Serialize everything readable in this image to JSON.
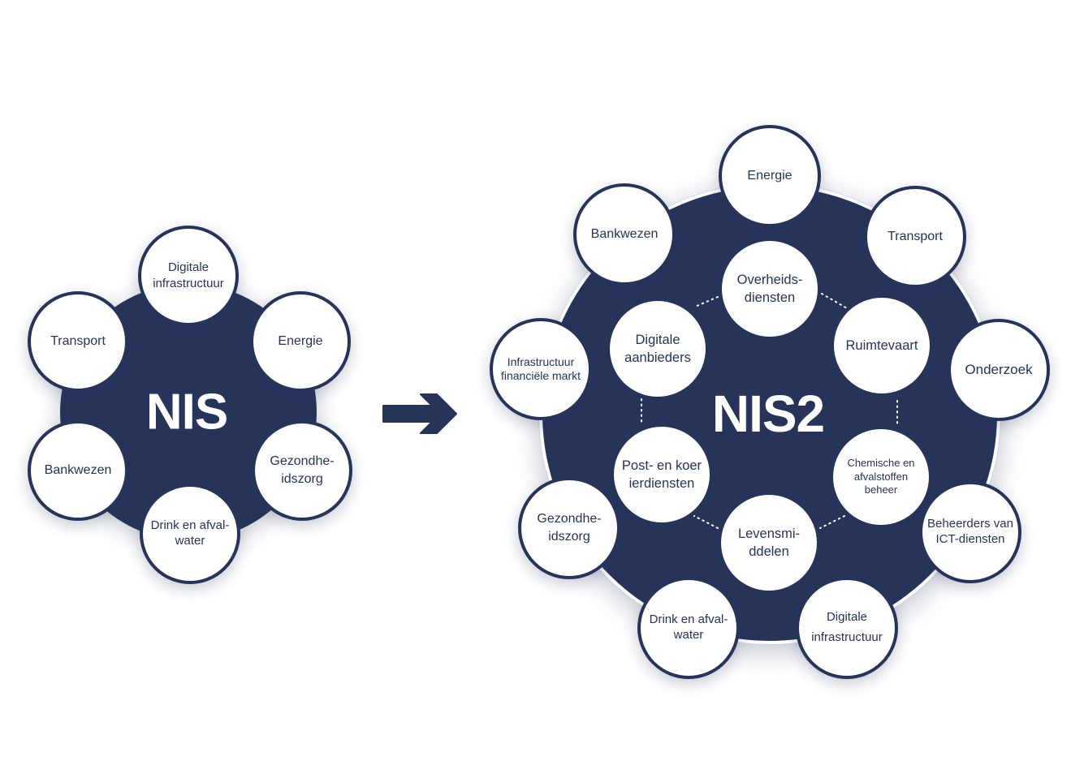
{
  "colors": {
    "navy": "#27345a",
    "white": "#ffffff"
  },
  "nis": {
    "title": "NIS",
    "sectors": [
      "Digitale\ninfrastructuur",
      "Energie",
      "Gezondhe-\nidszorg",
      "Drink en afval-\nwater",
      "Bankwezen",
      "Transport"
    ]
  },
  "arrow": {
    "icon": "arrow-right-icon"
  },
  "nis2": {
    "title": "NIS2",
    "outer_sectors": [
      "Energie",
      "Transport",
      "Onderzoek",
      "Beheerders van\nICT-diensten",
      "Digitale\ninfrastructuur",
      "Drink en afval-\nwater",
      "Gezondhe-\nidszorg",
      "Infrastructuur\nfinanciële markt",
      "Bankwezen"
    ],
    "inner_sectors": [
      "Overheids-\ndiensten",
      "Ruimtevaart",
      "Chemische en\nafvalstoffen\nbeheer",
      "Levensmi-\nddelen",
      "Post- en koer\nierdiensten",
      "Digitale\naanbieders"
    ]
  }
}
